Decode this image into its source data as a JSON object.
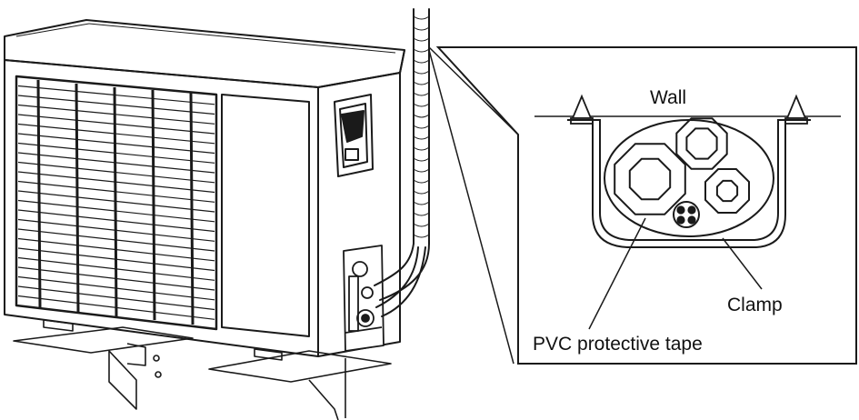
{
  "labels": {
    "wall": "Wall",
    "clamp": "Clamp",
    "pvc_tape": "PVC protective tape"
  }
}
